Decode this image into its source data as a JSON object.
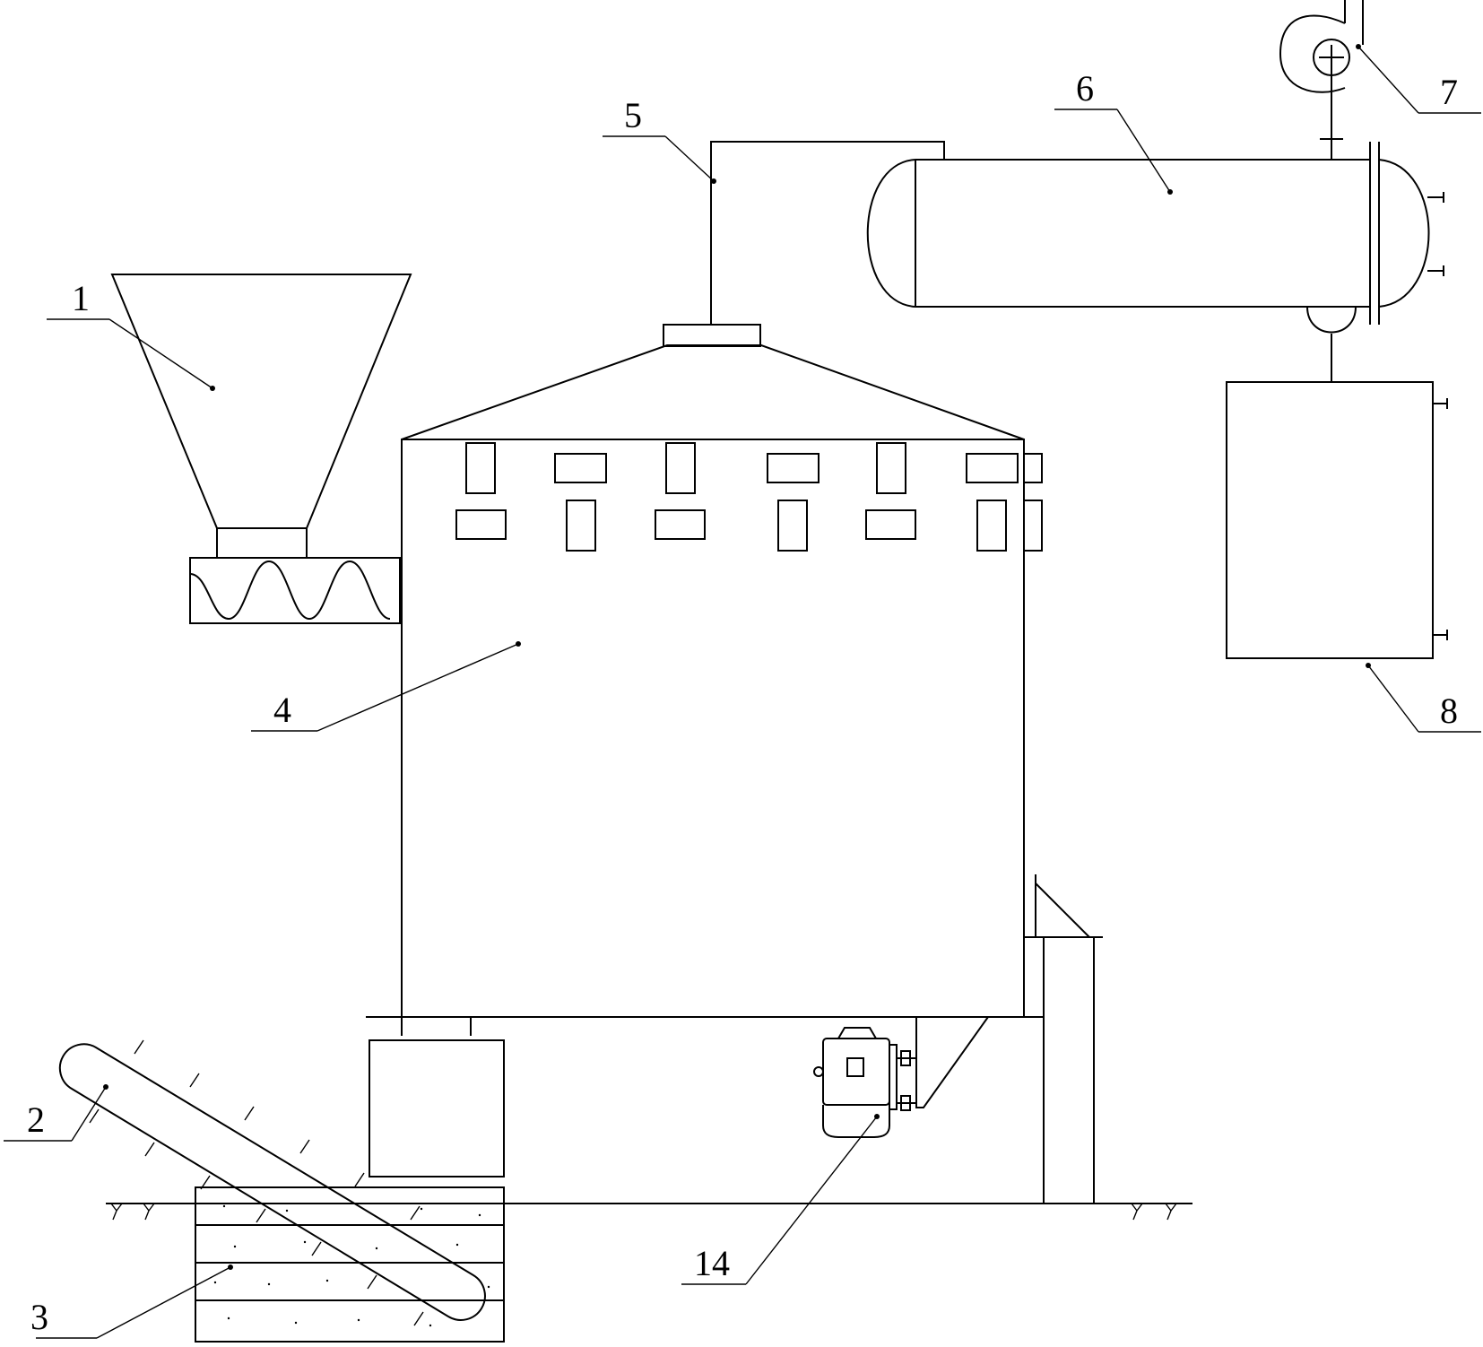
{
  "diagram": {
    "callouts": [
      {
        "id": "1",
        "text": "1",
        "component": "hopper"
      },
      {
        "id": "2",
        "text": "2",
        "component": "inclined-conveyor"
      },
      {
        "id": "3",
        "text": "3",
        "component": "ground-pit"
      },
      {
        "id": "4",
        "text": "4",
        "component": "main-vessel"
      },
      {
        "id": "5",
        "text": "5",
        "component": "vapor-pipe"
      },
      {
        "id": "6",
        "text": "6",
        "component": "condenser"
      },
      {
        "id": "7",
        "text": "7",
        "component": "fan"
      },
      {
        "id": "8",
        "text": "8",
        "component": "collection-tank"
      },
      {
        "id": "14",
        "text": "14",
        "component": "motor"
      }
    ],
    "colors": {
      "line": "#000000",
      "background": "#ffffff"
    }
  }
}
